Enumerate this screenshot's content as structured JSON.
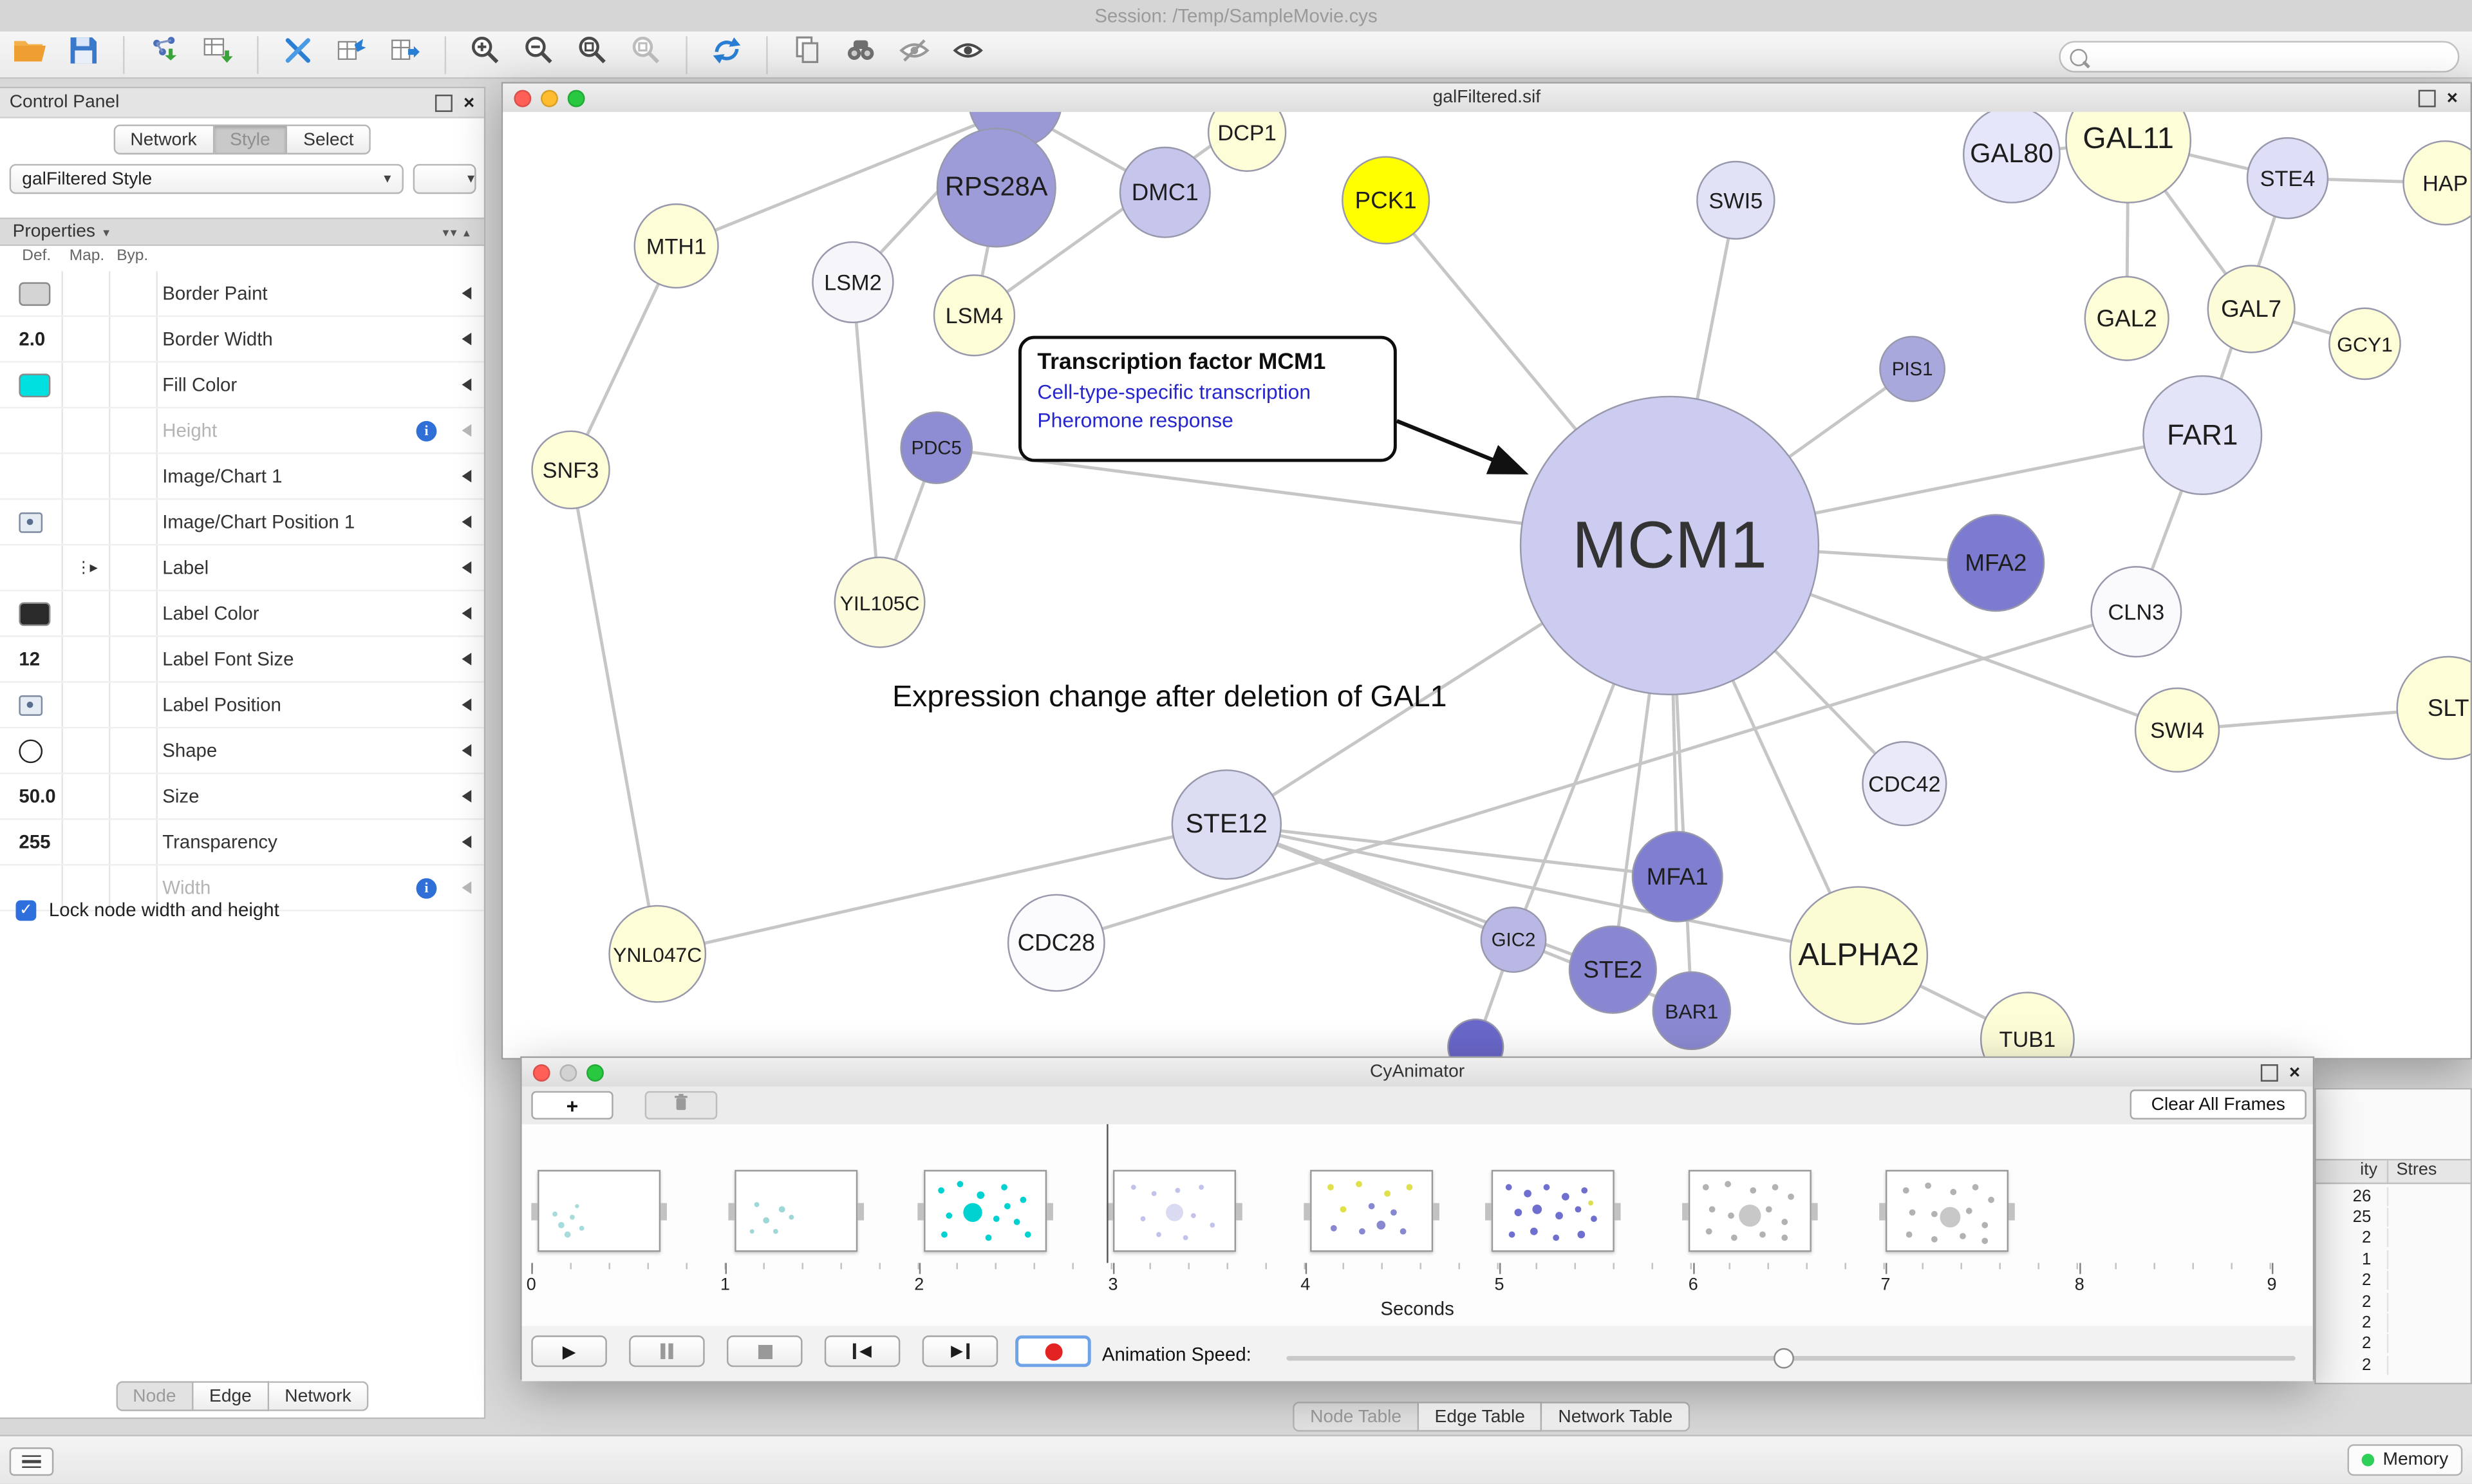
{
  "app": {
    "title": "Session: /Temp/SampleMovie.cys"
  },
  "control_panel": {
    "title": "Control Panel",
    "tabs": {
      "network": "Network",
      "style": "Style",
      "select": "Select"
    },
    "style_name": "galFiltered Style",
    "properties_title": "Properties",
    "col_def": "Def.",
    "col_map": "Map.",
    "col_byp": "Byp.",
    "rows": {
      "border_paint": {
        "label": "Border Paint",
        "swatch": "#d4d4d4"
      },
      "border_width": {
        "label": "Border Width",
        "value": "2.0"
      },
      "fill_color": {
        "label": "Fill Color",
        "swatch": "#00E0E0"
      },
      "height": {
        "label": "Height"
      },
      "image_chart_1": {
        "label": "Image/Chart 1"
      },
      "image_chart_pos": {
        "label": "Image/Chart Position 1"
      },
      "label": {
        "label": "Label"
      },
      "label_color": {
        "label": "Label Color",
        "swatch": "#2a2a2a"
      },
      "label_font_size": {
        "label": "Label Font Size",
        "value": "12"
      },
      "label_position": {
        "label": "Label Position"
      },
      "shape": {
        "label": "Shape"
      },
      "size": {
        "label": "Size",
        "value": "50.0"
      },
      "transparency": {
        "label": "Transparency",
        "value": "255"
      },
      "width": {
        "label": "Width"
      }
    },
    "lock_label": "Lock node width and height",
    "bottom_tabs": {
      "node": "Node",
      "edge": "Edge",
      "network": "Network"
    }
  },
  "network": {
    "window_title": "galFiltered.sif",
    "annotation": {
      "title": "Transcription factor MCM1",
      "link1": "Cell-type-specific transcription",
      "link2": "Pheromone response"
    },
    "caption": "Expression change after deletion of GAL1",
    "nodes": {
      "cut_top": {
        "label": "",
        "color": "#9a99d6"
      },
      "RPS28A": {
        "label": "RPS28A",
        "color": "#9d9cd8"
      },
      "DCP1": {
        "label": "DCP1",
        "color": "#fdfdd8"
      },
      "DMC1": {
        "label": "DMC1",
        "color": "#c6c6ec"
      },
      "PCK1": {
        "label": "PCK1",
        "color": "#ffff00"
      },
      "SWI5": {
        "label": "SWI5",
        "color": "#e2e2f6"
      },
      "GAL80": {
        "label": "GAL80",
        "color": "#e6e6fa"
      },
      "GAL11": {
        "label": "GAL11",
        "color": "#fdfdd8"
      },
      "STE4": {
        "label": "STE4",
        "color": "#dedef6"
      },
      "HAP": {
        "label": "HAP",
        "color": "#fdfdd8"
      },
      "MTH1": {
        "label": "MTH1",
        "color": "#fdfdd8"
      },
      "LSM2": {
        "label": "LSM2",
        "color": "#f6f6fa"
      },
      "LSM4": {
        "label": "LSM4",
        "color": "#fdfdd8"
      },
      "GAL2": {
        "label": "GAL2",
        "color": "#fdfdd8"
      },
      "GAL7": {
        "label": "GAL7",
        "color": "#fcfcd8"
      },
      "GCY1": {
        "label": "GCY1",
        "color": "#fdfdd8"
      },
      "PIS1": {
        "label": "PIS1",
        "color": "#a8a8dc"
      },
      "FAR1": {
        "label": "FAR1",
        "color": "#e4e4f8"
      },
      "SNF3": {
        "label": "SNF3",
        "color": "#fdfdd8"
      },
      "PDC5": {
        "label": "PDC5",
        "color": "#8e8dd4"
      },
      "MCM1": {
        "label": "MCM1",
        "color": "#ccccf0"
      },
      "MFA2": {
        "label": "MFA2",
        "color": "#7c7bd0"
      },
      "CLN3": {
        "label": "CLN3",
        "color": "#fafafd"
      },
      "YIL105C": {
        "label": "YIL105C",
        "color": "#fcfcdc"
      },
      "SWI4": {
        "label": "SWI4",
        "color": "#fdfdd8"
      },
      "SLT": {
        "label": "SLT",
        "color": "#fdfdd8"
      },
      "STE12": {
        "label": "STE12",
        "color": "#dcdcf2"
      },
      "CDC28": {
        "label": "CDC28",
        "color": "#fbfbfd"
      },
      "CDC42": {
        "label": "CDC42",
        "color": "#e9e9f8"
      },
      "GIC2": {
        "label": "GIC2",
        "color": "#b9b8e4"
      },
      "STE2": {
        "label": "STE2",
        "color": "#8987d2"
      },
      "MFA1": {
        "label": "MFA1",
        "color": "#807ed0"
      },
      "BAR1": {
        "label": "BAR1",
        "color": "#8b89d2"
      },
      "ALPHA2": {
        "label": "ALPHA2",
        "color": "#fbfbd4"
      },
      "YNL047C": {
        "label": "YNL047C",
        "color": "#fdfdd8"
      },
      "TUB1": {
        "label": "TUB1",
        "color": "#fdfdd8"
      },
      "cut_bottom": {
        "label": "",
        "color": "#6a68ca"
      }
    }
  },
  "animator": {
    "window_title": "CyAnimator",
    "add_label": "+",
    "clear_label": "Clear All Frames",
    "ticks": [
      "0",
      "1",
      "2",
      "3",
      "4",
      "5",
      "6",
      "7",
      "8",
      "9"
    ],
    "axis_label": "Seconds",
    "speed_label": "Animation Speed:"
  },
  "stats_panel": {
    "col1": "ity",
    "col2": "Stres",
    "values": [
      "26",
      "25",
      "2",
      "1",
      "2",
      "2",
      "2",
      "2",
      "2"
    ]
  },
  "table_tabs": {
    "node": "Node Table",
    "edge": "Edge Table",
    "network": "Network Table"
  },
  "status": {
    "memory": "Memory"
  }
}
